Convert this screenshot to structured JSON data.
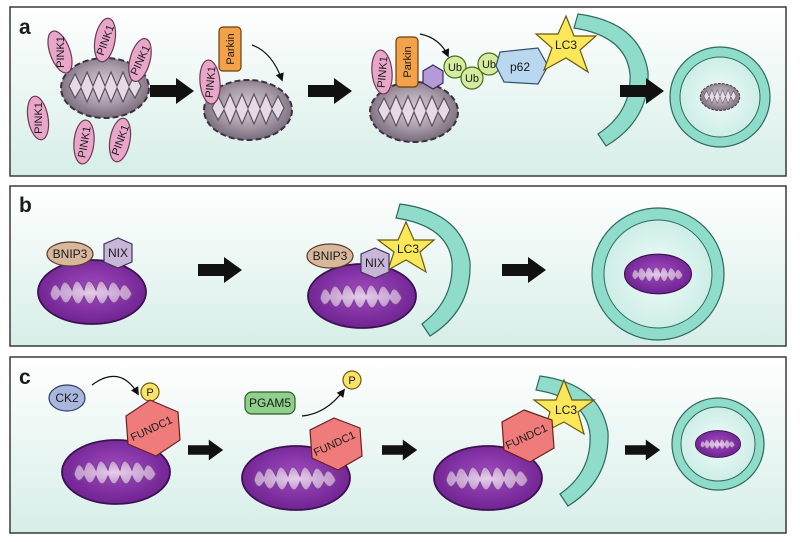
{
  "panels": {
    "a": {
      "letter": "a",
      "pink1": "PINK1",
      "parkin": "Parkin",
      "ub": "Ub",
      "p62": "p62",
      "lc3": "LC3"
    },
    "b": {
      "letter": "b",
      "bnip3": "BNIP3",
      "nix": "NIX",
      "lc3": "LC3"
    },
    "c": {
      "letter": "c",
      "ck2": "CK2",
      "p": "P",
      "fundc1": "FUNDC1",
      "pgam5": "PGAM5",
      "lc3": "LC3"
    }
  },
  "colors": {
    "panel_bg": "#ecf6f3",
    "panel_border": "#3a3a3a",
    "damaged_mito": "#8c7f8e",
    "healthy_mito": "#7a2a9a",
    "pink1": "#e8a6c8",
    "parkin": "#f3a24a",
    "ub": "#d3ec9e",
    "p62": "#b9d7ee",
    "lc3": "#fbe75a",
    "phagophore": "#8fdccb",
    "bnip3": "#d9b79c",
    "nix": "#c8b6d8",
    "ck2": "#a9b7dc",
    "phosphate": "#fbe36a",
    "fundc1": "#f07b7b",
    "pgam5": "#8fd08a",
    "arrow": "#111111"
  }
}
